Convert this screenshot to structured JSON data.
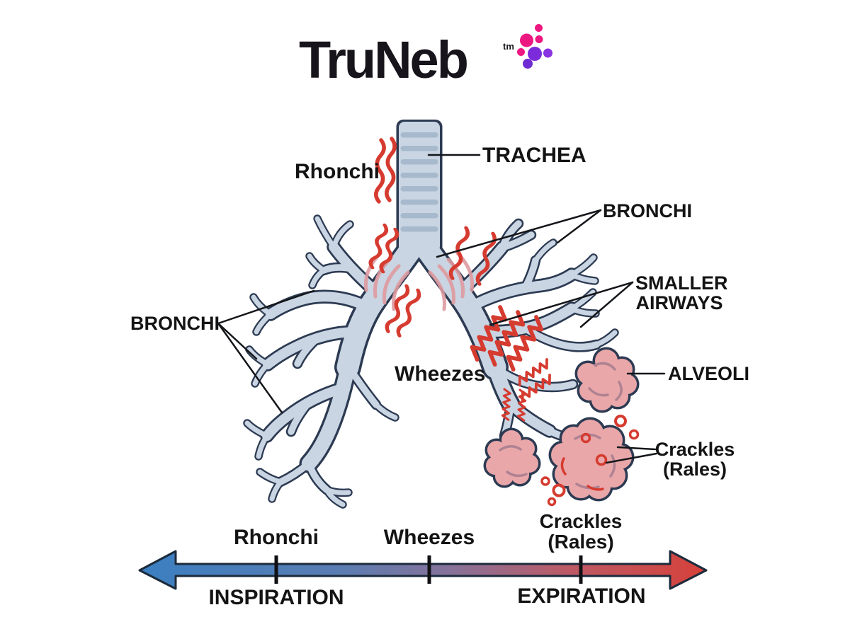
{
  "logo": {
    "text": "TruNeb",
    "tm": "tm"
  },
  "colors": {
    "brand_pink": "#EC1780",
    "brand_purple": "#7C2BDB",
    "tree_fill": "#C9D5E2",
    "tree_outline": "#2C3A52",
    "trachea_band": "#A7BACD",
    "alveoli_fill": "#E9A7A9",
    "alveoli_inner": "#AF8292",
    "sound_red": "#D63B30",
    "carina_band_pink": "#DE9AA0",
    "text_color": "#141414",
    "arrow_blue": "#3B7FC1",
    "arrow_red": "#D6413A",
    "arrow_outline": "#1C2B3C"
  },
  "diagram": {
    "labels": {
      "trachea": "TRACHEA",
      "bronchi_right": "BRONCHI",
      "smaller_airways_line1": "SMALLER",
      "smaller_airways_line2": "AIRWAYS",
      "alveoli": "ALVEOLI",
      "crackles_line1": "Crackles",
      "crackles_line2": "(Rales)",
      "bronchi_left": "BRONCHI",
      "rhonchi": "Rhonchi",
      "wheezes": "Wheezes"
    }
  },
  "spectrum": {
    "type": "diverging-axis",
    "ticks": [
      {
        "label": "Rhonchi"
      },
      {
        "label": "Wheezes"
      },
      {
        "label": "Crackles",
        "label2": "(Rales)"
      }
    ],
    "left_end": "INSPIRATION",
    "right_end": "EXPIRATION"
  }
}
